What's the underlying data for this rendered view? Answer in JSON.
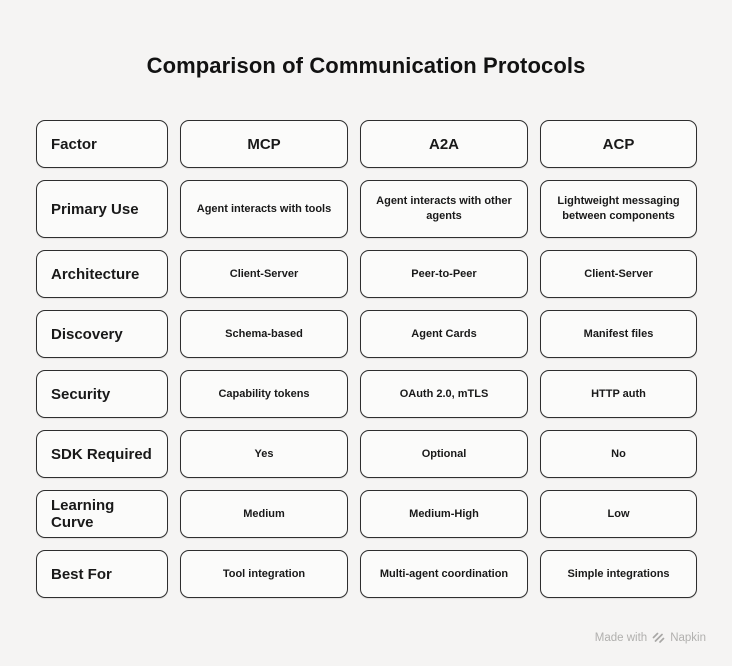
{
  "title": "Comparison of Communication Protocols",
  "chart_data": {
    "type": "table",
    "title": "Comparison of Communication Protocols",
    "columns": [
      "Factor",
      "MCP",
      "A2A",
      "ACP"
    ],
    "rows": [
      [
        "Primary Use",
        "Agent interacts with tools",
        "Agent interacts with other agents",
        "Lightweight messaging between components"
      ],
      [
        "Architecture",
        "Client-Server",
        "Peer-to-Peer",
        "Client-Server"
      ],
      [
        "Discovery",
        "Schema-based",
        "Agent Cards",
        "Manifest files"
      ],
      [
        "Security",
        "Capability tokens",
        "OAuth 2.0, mTLS",
        "HTTP auth"
      ],
      [
        "SDK Required",
        "Yes",
        "Optional",
        "No"
      ],
      [
        "Learning Curve",
        "Medium",
        "Medium-High",
        "Low"
      ],
      [
        "Best For",
        "Tool integration",
        "Multi-agent coordination",
        "Simple integrations"
      ]
    ],
    "layout_hints": {
      "header_row": true,
      "first_column_left_aligned": true,
      "cell_style": "rounded-outlined"
    }
  },
  "footer": {
    "made_with": "Made with",
    "brand": "Napkin"
  },
  "colors": {
    "background": "#f5f4f3",
    "cell_background": "#fbfbfa",
    "cell_border": "#2e2e2e",
    "text": "#191919",
    "footer_text": "#b1b0ae"
  }
}
